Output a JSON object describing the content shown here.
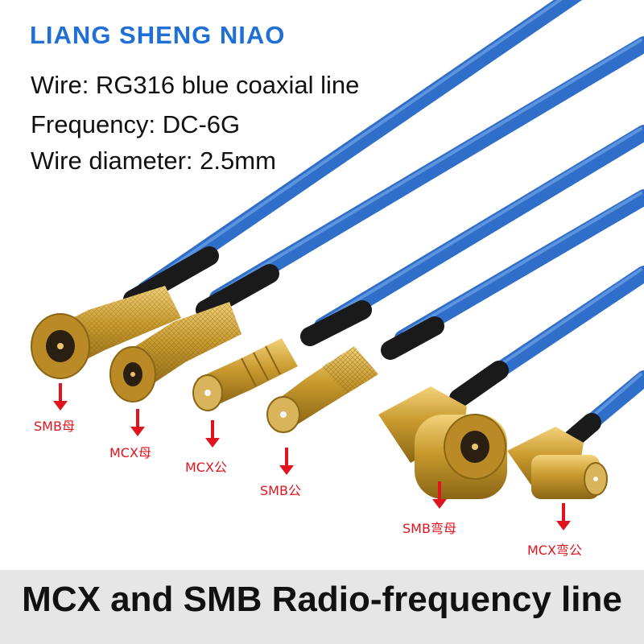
{
  "brand": "LIANG SHENG NIAO",
  "specs": {
    "wire": "Wire:  RG316 blue coaxial line",
    "frequency": "Frequency:  DC-6G",
    "diameter": "Wire diameter:  2.5mm"
  },
  "connectors": [
    {
      "label": "SMB母"
    },
    {
      "label": "MCX母"
    },
    {
      "label": "MCX公"
    },
    {
      "label": "SMB公"
    },
    {
      "label": "SMB弯母"
    },
    {
      "label": "MCX弯公"
    }
  ],
  "banner": "MCX and SMB Radio-frequency line",
  "colors": {
    "brand": "#1f6fd6",
    "cable": "#2f6fc9",
    "gold": "#c99a2e",
    "label": "#e0141e",
    "banner_bg": "#e6e6e6"
  }
}
